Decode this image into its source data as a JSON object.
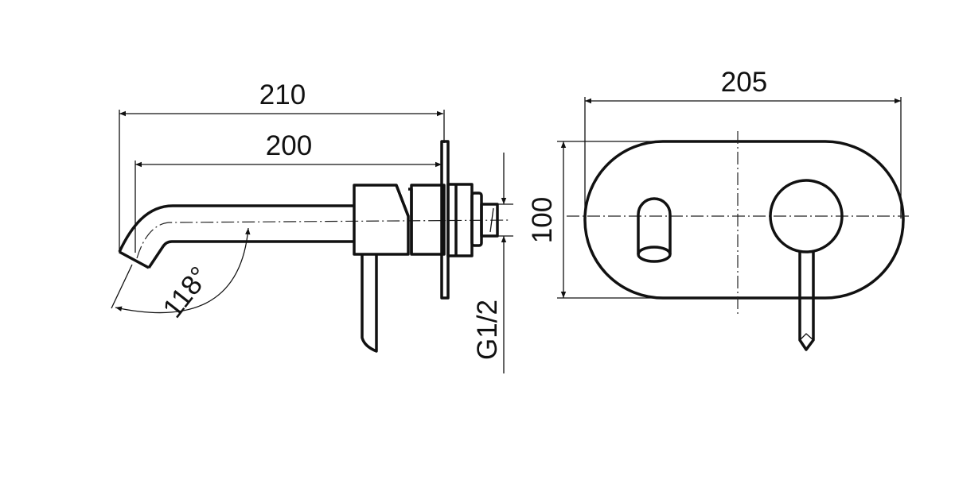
{
  "drawing": {
    "dimensions": {
      "overall_length": "210",
      "spout_length": "200",
      "plate_width": "205",
      "plate_height": "100",
      "spout_angle": "118°",
      "thread": "G1/2"
    },
    "colors": {
      "line": "#111111",
      "background": "#ffffff"
    }
  }
}
